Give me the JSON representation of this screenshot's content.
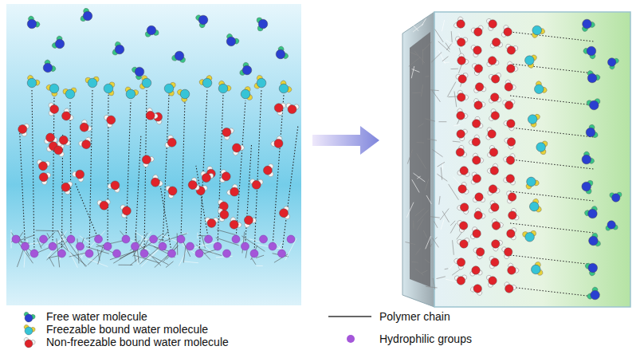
{
  "diagram": {
    "legend": [
      {
        "text": "Free water molecule"
      },
      {
        "text": "Freezable bound water molecule"
      },
      {
        "text": "Non-freezable bound water molecule"
      },
      {
        "text": "Polymer chain"
      },
      {
        "text": "Hydrophilic groups"
      }
    ]
  }
}
